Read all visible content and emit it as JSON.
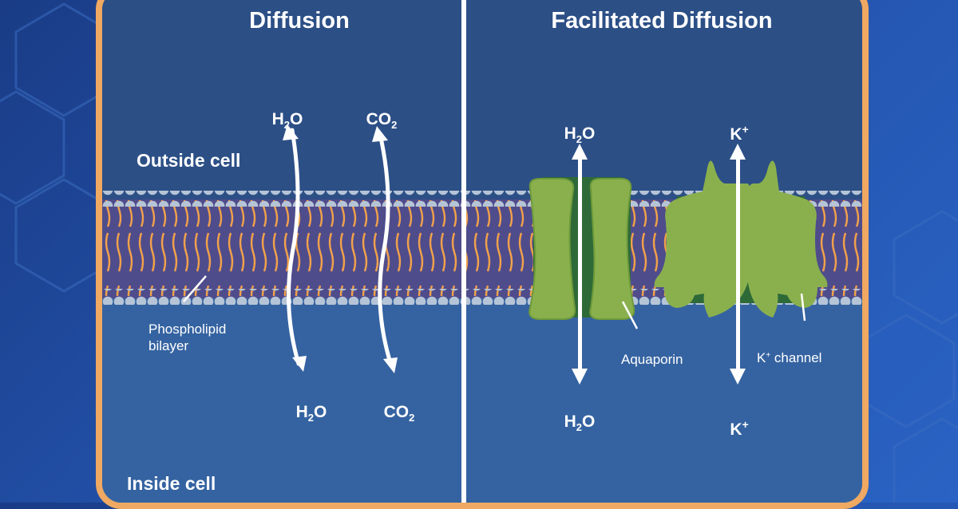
{
  "left_panel": {
    "title": "Diffusion",
    "outside_label": "Outside cell",
    "inside_label": "Inside cell",
    "bilayer_label_line1": "Phospholipid",
    "bilayer_label_line2": "bilayer",
    "molecule_a_top": "H",
    "molecule_a_top_sub": "2",
    "molecule_a_top_end": "O",
    "molecule_b_top": "CO",
    "molecule_b_top_sub": "2",
    "molecule_a_bottom": "H",
    "molecule_a_bottom_sub": "2",
    "molecule_a_bottom_end": "O",
    "molecule_b_bottom": "CO",
    "molecule_b_bottom_sub": "2"
  },
  "right_panel": {
    "title": "Facilitated Diffusion",
    "water_top": "H",
    "water_top_sub": "2",
    "water_top_end": "O",
    "ion_top": "K",
    "ion_top_sup": "+",
    "water_bottom": "H",
    "water_bottom_sub": "2",
    "water_bottom_end": "O",
    "ion_bottom": "K",
    "ion_bottom_sup": "+",
    "aquaporin_label": "Aquaporin",
    "channel_label_k": "K",
    "channel_label_sup": "+",
    "channel_label_rest": " channel"
  },
  "colors": {
    "frame_border": "#efa962",
    "outside_blue": "#2c4f86",
    "inside_blue": "#3563a1",
    "lipid_head": "#b5c4d6",
    "lipid_tail": "#f1a14a",
    "protein_light": "#8ab04e",
    "protein_dark": "#2e6a38",
    "arrow": "#ffffff"
  }
}
